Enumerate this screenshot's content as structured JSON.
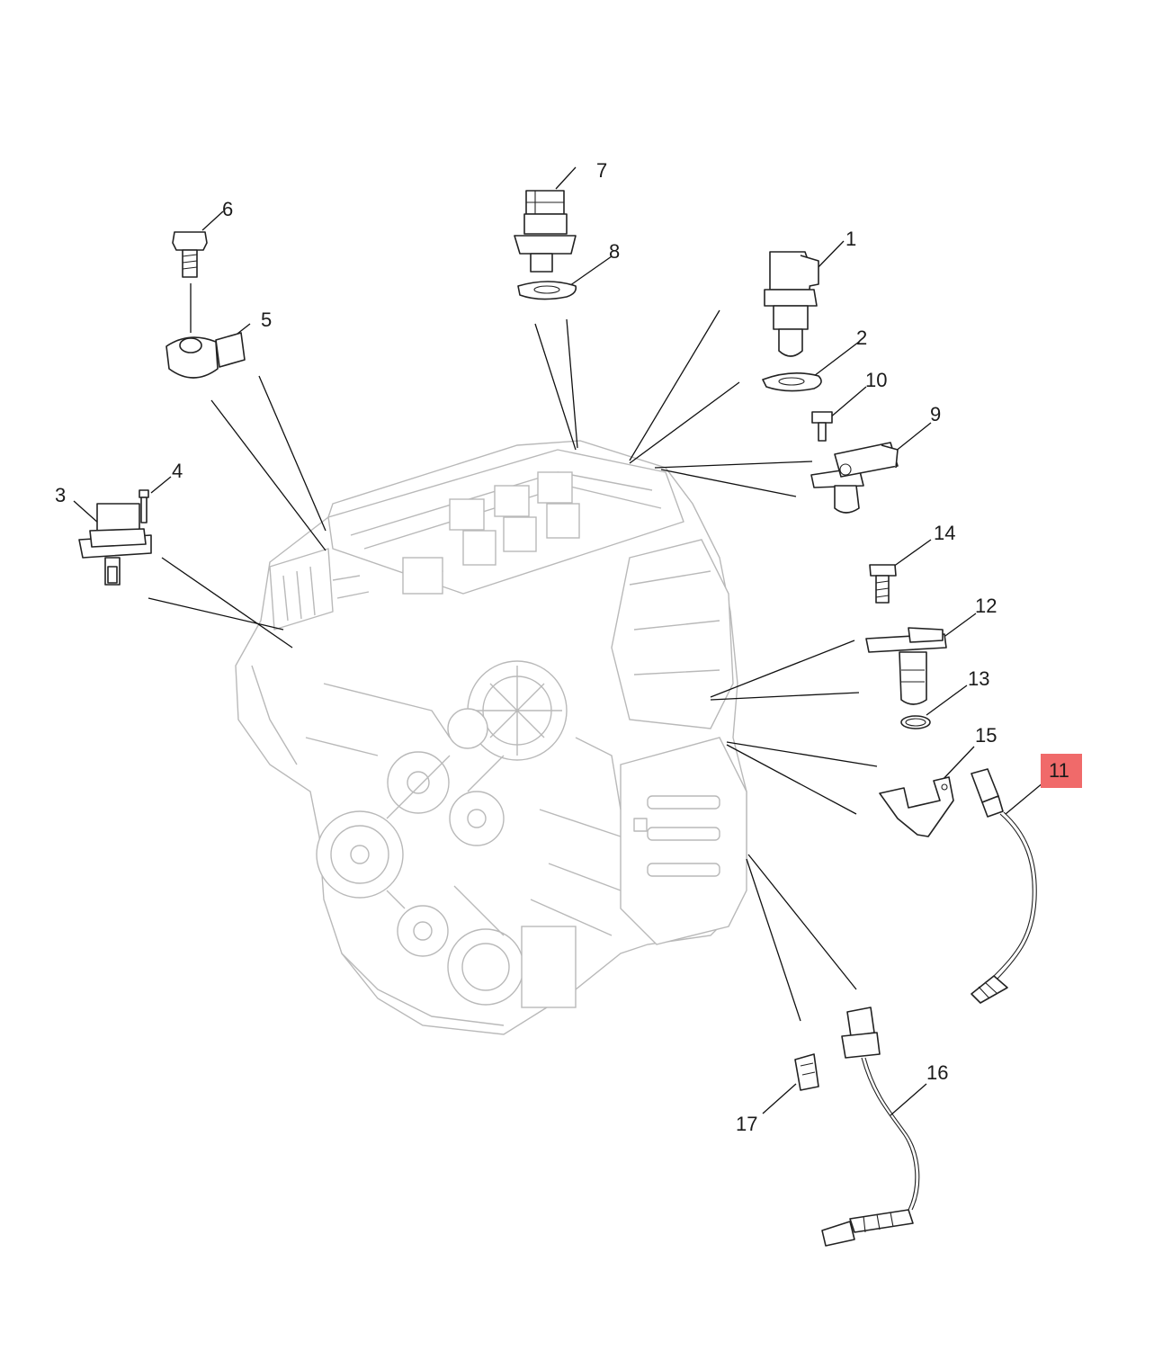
{
  "callouts": [
    {
      "id": "1",
      "label": "1"
    },
    {
      "id": "2",
      "label": "2"
    },
    {
      "id": "3",
      "label": "3"
    },
    {
      "id": "4",
      "label": "4"
    },
    {
      "id": "5",
      "label": "5"
    },
    {
      "id": "6",
      "label": "6"
    },
    {
      "id": "7",
      "label": "7"
    },
    {
      "id": "8",
      "label": "8"
    },
    {
      "id": "9",
      "label": "9"
    },
    {
      "id": "10",
      "label": "10"
    },
    {
      "id": "11",
      "label": "11",
      "highlighted": true
    },
    {
      "id": "12",
      "label": "12"
    },
    {
      "id": "13",
      "label": "13"
    },
    {
      "id": "14",
      "label": "14"
    },
    {
      "id": "15",
      "label": "15"
    },
    {
      "id": "16",
      "label": "16"
    },
    {
      "id": "17",
      "label": "17"
    }
  ],
  "colors": {
    "highlight": "#f06a6a",
    "engine_outline": "#b9b9b9",
    "part_outline": "#222222",
    "background": "#ffffff"
  }
}
